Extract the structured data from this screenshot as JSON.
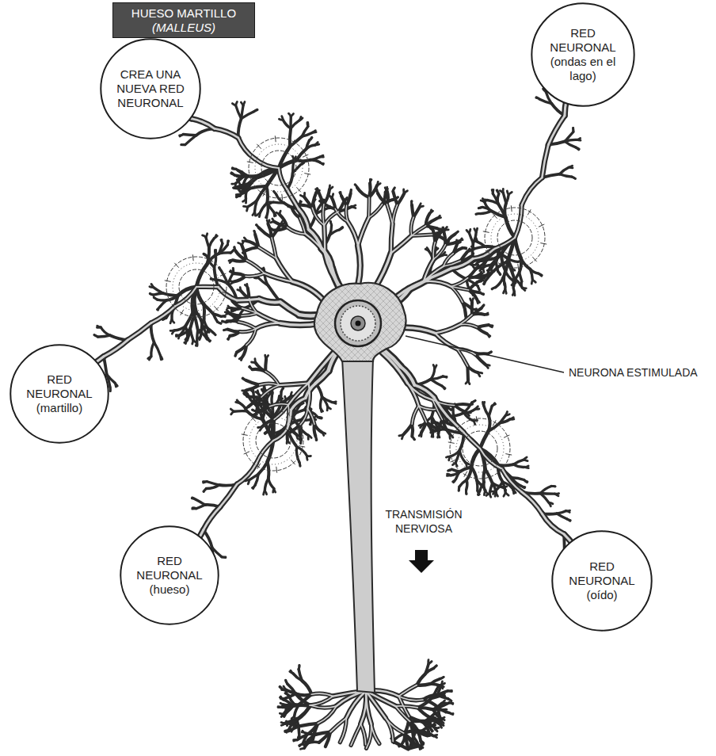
{
  "diagram": {
    "nodes": [
      {
        "text": [
          "HUESO MARTILLO",
          "(MALLEUS)"
        ]
      },
      {
        "text": [
          "CREA UNA NUEVA RED NEURONAL"
        ]
      },
      {
        "text": [
          "RED NEURONAL",
          "(ondas en el lago)"
        ]
      },
      {
        "text": [
          "RED NEURONAL",
          "(martillo)"
        ]
      },
      {
        "text": [
          "RED NEURONAL",
          "(hueso)"
        ]
      },
      {
        "text": [
          "RED NEURONAL",
          "(oído)"
        ]
      }
    ],
    "labels": [
      "NEURONA ESTIMULADA",
      "TRANSMISIÓN NERVIOSA"
    ]
  }
}
